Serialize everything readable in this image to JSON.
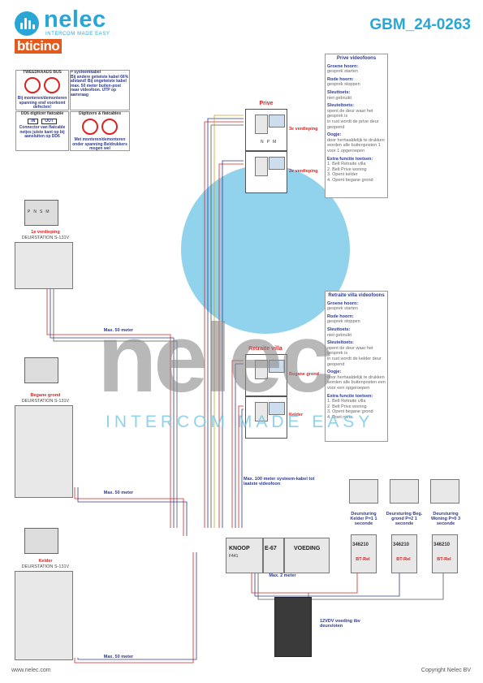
{
  "header": {
    "brand": "nelec",
    "tagline": "INTERCOM MADE EASY",
    "sub_brand": "bticino",
    "doc_id": "GBM_24-0263"
  },
  "warnings": {
    "bus_title": "TWEEDRAADS BUS",
    "bus_text": "Bij monteren/demonteren spanning eraf voorkomt defecten!",
    "cable_title": "= systeemkabel",
    "cable_text": "Bij andere getwiste kabel 66% afstand! Bij ongetwiste kabel max. 50 meter buiten-post naar videofoon. UTP op aanvraag",
    "dd6_title": "DD6 digitizer flatcable",
    "dd6_in": "IN",
    "dd6_out": "OUT",
    "dd6_text": "Connector van flatcable netjes juiste kant op bij aansluiten op DD6",
    "flat_title": "Digitizers & flatcables",
    "flat_text": "Met monteren/demonteren onder spanning Beldrukkers mogen wel"
  },
  "prive_notes": {
    "title": "Prive videofoons",
    "sections": [
      {
        "head": "Groene hoorn:",
        "lines": [
          "gesprek starten"
        ]
      },
      {
        "head": "Rode hoorn:",
        "lines": [
          "gesprek stoppen"
        ]
      },
      {
        "head": "Sleuttoets:",
        "lines": [
          "niet gebruikt"
        ]
      },
      {
        "head": "Sleuteltoets:",
        "lines": [
          "opent de deur waar het gesprek is",
          "in rust wordt de prive deur geopend"
        ]
      },
      {
        "head": "Oogje:",
        "lines": [
          "door herhaaldelijk te drukken worden alle buitenposten 1 voor 1 opgeroepen"
        ]
      },
      {
        "head": "Extra functie toetsen:",
        "lines": [
          "1. Belt Retraite villa",
          "2. Belt Prive woning",
          "3. Opent kelder",
          "4. Opent begane grond"
        ]
      }
    ]
  },
  "villa_notes": {
    "title": "Retraite villa videofoons",
    "sections": [
      {
        "head": "Groene hoorn:",
        "lines": [
          "gesprek starten"
        ]
      },
      {
        "head": "Rode hoorn:",
        "lines": [
          "gesprek stoppen"
        ]
      },
      {
        "head": "Sleuttoets:",
        "lines": [
          "niet gebruikt"
        ]
      },
      {
        "head": "Sleuteltoets:",
        "lines": [
          "opent de deur waar het gesprek is",
          "in rust wordt de kelder deur geopend"
        ]
      },
      {
        "head": "Oogje:",
        "lines": [
          "door herhaaldelijk te drukken worden alle buitenposten een voor een opgeroepen"
        ]
      },
      {
        "head": "Extra functie toetsen:",
        "lines": [
          "1. Belt Retraite villa",
          "2. Belt Prive woning",
          "3. Opent begane grond",
          "4. Doet niets"
        ]
      }
    ]
  },
  "labels": {
    "prive": "Prive",
    "floor3": "3e verdieping",
    "floor2": "2e verdieping",
    "villa": "Retraite villa",
    "begane": "Begane grond",
    "kelder": "Kelder",
    "station1_floor": "1e verdieping",
    "station1_name": "DEURSTATION S-131V",
    "station2_floor": "Begane grond",
    "station2_name": "DEURSTATION S-131V",
    "station3_floor": "Kelder",
    "station3_name": "DEURSTATION S-131V",
    "max50_a": "Max. 50 meter",
    "max50_b": "Max. 50 meter",
    "max50_c": "Max. 50 meter",
    "max100": "Max. 100 meter systeem-kabel tot laatste videofoon",
    "max2": "Max. 2 meter",
    "knoop": "KNOOP",
    "knoop_code": "F441",
    "e67": "E-67",
    "voeding": "VOEDING",
    "psu_label": "12VDV voeding tbv deursloten",
    "relay1": "Deursturing Kelder P=1 1 seconde",
    "relay2": "Deursturing Beg. grond P=2 1 seconde",
    "relay3": "Deursturing Woning P=0 3 seconde",
    "relay_code": "346210",
    "relay_tag": "BT-Rel",
    "terminal_letters": [
      "P",
      "N",
      "S",
      "M"
    ],
    "panel_letters": [
      "N",
      "P",
      "M"
    ]
  },
  "footer": {
    "url": "www.nelec.com",
    "copyright": "Copyright Nelec BV"
  },
  "watermark": {
    "word": "nelec",
    "sub": "INTERCOM MADE EASY"
  },
  "colors": {
    "accent": "#2aa6d6",
    "navy": "#2e3b8f",
    "red": "#d22222",
    "orange": "#e35a1c"
  }
}
